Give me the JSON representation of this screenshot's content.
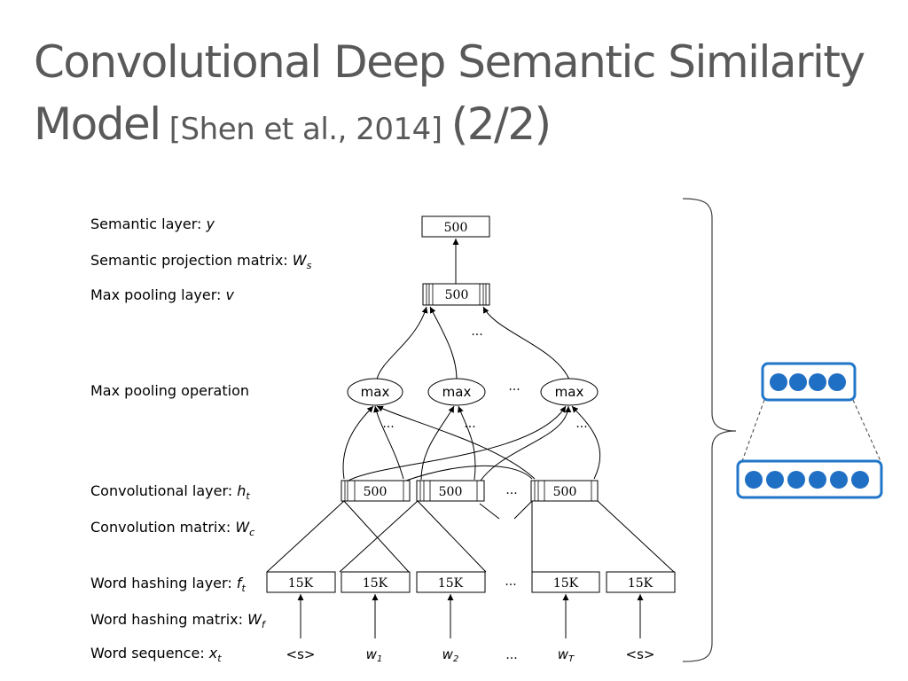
{
  "slide": {
    "title_line1": "Convolutional Deep Semantic Similarity",
    "title_line2_main": "Model",
    "title_citation": "[Shen et al., 2014]",
    "title_part": "(2/2)"
  },
  "layers": [
    {
      "text": "Semantic layer: ",
      "symbol": "y",
      "sub": ""
    },
    {
      "text": "Semantic projection matrix: ",
      "symbol": "W",
      "sub": "s"
    },
    {
      "text": "Max pooling layer: ",
      "symbol": "v",
      "sub": ""
    },
    {
      "text": "Max pooling operation",
      "symbol": "",
      "sub": ""
    },
    {
      "text": "Convolutional layer: ",
      "symbol": "h",
      "sub": "t"
    },
    {
      "text": "Convolution matrix: ",
      "symbol": "W",
      "sub": "c"
    },
    {
      "text": "Word hashing layer: ",
      "symbol": "f",
      "sub": "t"
    },
    {
      "text": "Word hashing matrix: ",
      "symbol": "W",
      "sub": "f"
    },
    {
      "text": "Word sequence: ",
      "symbol": "x",
      "sub": "t"
    }
  ],
  "diagram": {
    "semantic_box": "500",
    "maxpool_box": "500",
    "max_ops": [
      "max",
      "max",
      "max"
    ],
    "conv_boxes": [
      "500",
      "500",
      "500"
    ],
    "hash_boxes": [
      "15K",
      "15K",
      "15K",
      "15K",
      "15K"
    ],
    "ellipsis": "...",
    "words": [
      {
        "main": "<s>",
        "sub": ""
      },
      {
        "main": "w",
        "sub": "1"
      },
      {
        "main": "w",
        "sub": "2"
      },
      {
        "main": "w",
        "sub": "T"
      },
      {
        "main": "<s>",
        "sub": ""
      }
    ]
  },
  "colors": {
    "title": "#595959",
    "node_fill": "#1f6fc4",
    "node_border": "#2176c9",
    "brace": "#404040"
  },
  "icons": [
    "curly-brace-icon",
    "network-layer-icon"
  ]
}
